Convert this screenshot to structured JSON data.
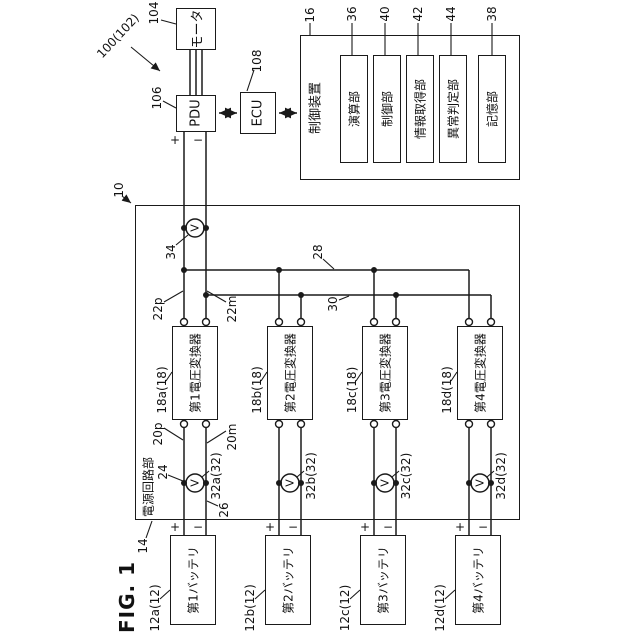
{
  "figure": {
    "label": "FIG. 1"
  },
  "drive": {
    "assembly_ref": "100(102)",
    "motor": {
      "label": "モータ",
      "ref": "104"
    },
    "pdu": {
      "label": "PDU",
      "ref": "106",
      "plus": "+",
      "minus": "−"
    },
    "ecu": {
      "label": "ECU",
      "ref": "108"
    }
  },
  "controller": {
    "label": "制御装置",
    "ref": "16",
    "units": [
      {
        "label": "演算部",
        "ref": "36"
      },
      {
        "label": "制御部",
        "ref": "40"
      },
      {
        "label": "情報取得部",
        "ref": "42"
      },
      {
        "label": "異常判定部",
        "ref": "44"
      },
      {
        "label": "記憶部",
        "ref": "38"
      }
    ]
  },
  "circuit": {
    "label": "電源回路部",
    "box_ref": "10",
    "section_ref": "14",
    "top_sensor": {
      "symbol": "V",
      "ref": "34"
    },
    "wires": {
      "p_line_ref": "22p",
      "m_line_ref": "22m",
      "p_bus_ref": "28",
      "m_bus_ref": "30",
      "out_p_ref": "20p",
      "out_m_ref": "20m",
      "wire_p_ref": "24",
      "wire_m_ref": "26"
    },
    "converters": [
      {
        "label": "第1電圧変換器",
        "ref": "18a(18)",
        "sensor_symbol": "V",
        "sensor_ref": "32a(32)"
      },
      {
        "label": "第2電圧変換器",
        "ref": "18b(18)",
        "sensor_symbol": "V",
        "sensor_ref": "32b(32)"
      },
      {
        "label": "第3電圧変換器",
        "ref": "18c(18)",
        "sensor_symbol": "V",
        "sensor_ref": "32c(32)"
      },
      {
        "label": "第4電圧変換器",
        "ref": "18d(18)",
        "sensor_symbol": "V",
        "sensor_ref": "32d(32)"
      }
    ],
    "batteries": [
      {
        "label": "第1バッテリ",
        "ref": "12a(12)",
        "plus": "+",
        "minus": "−"
      },
      {
        "label": "第2バッテリ",
        "ref": "12b(12)",
        "plus": "+",
        "minus": "−"
      },
      {
        "label": "第3バッテリ",
        "ref": "12c(12)",
        "plus": "+",
        "minus": "−"
      },
      {
        "label": "第4バッテリ",
        "ref": "12d(12)",
        "plus": "+",
        "minus": "−"
      }
    ]
  }
}
